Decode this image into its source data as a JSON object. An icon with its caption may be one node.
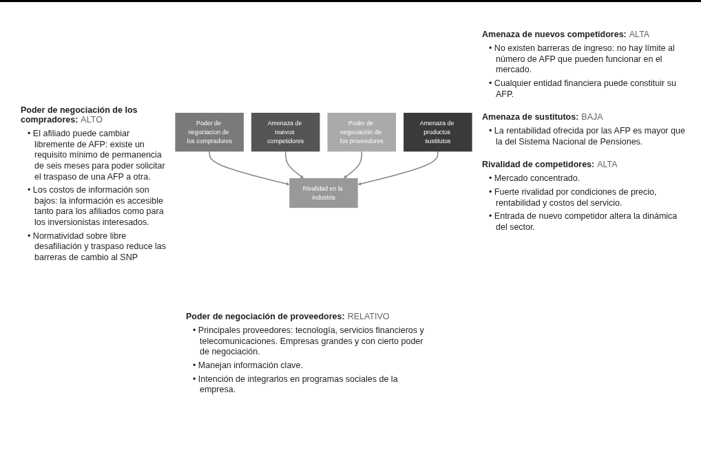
{
  "diagram": {
    "nodes": [
      {
        "text": [
          "Poder de negociacion de los compradores"
        ]
      },
      {
        "text": [
          "Amenaza de nuevos competidores"
        ]
      },
      {
        "text": [
          "Poder de negociación de los proveedores"
        ]
      },
      {
        "text": [
          "Amenaza de productos sustitutos"
        ]
      },
      {
        "text": [
          "Rivalidad en la industria"
        ]
      }
    ],
    "edges": [
      {
        "from": 0,
        "to": 4,
        "arrow": "to"
      },
      {
        "from": 1,
        "to": 4,
        "arrow": "to"
      },
      {
        "from": 2,
        "to": 4,
        "arrow": "to"
      },
      {
        "from": 3,
        "to": 4,
        "arrow": "to"
      }
    ],
    "labels": [
      "Amenaza de nuevos competidores:",
      "ALTA",
      "• No existen barreras de ingreso: no hay límite al número de AFP que pueden funcionar en el mercado.",
      "• Cualquier entidad financiera puede constituir su AFP.",
      "Poder de negociación de los compradores:",
      "ALTO",
      "• El afiliado puede cambiar libremente de AFP: existe un requisito mínimo de permanencia de seis meses para poder solicitar el traspaso de una AFP a otra.",
      "• Los costos de información son bajos: la información es accesible tanto para los afiliados como para los inversionistas interesados.",
      "• Normatividad sobre libre desafiliación y traspaso reduce las barreras de cambio al SNP",
      "Amenaza de sustitutos:",
      "BAJA",
      "• La rentabilidad ofrecida por las AFP es mayor que la del Sistema Nacional de Pensiones.",
      "Rivalidad de competidores:",
      "ALTA",
      "• Mercado concentrado.",
      "• Fuerte rivalidad por condiciones de precio, rentabilidad y costos del servicio.",
      "• Entrada de nuevo competidor altera la dinámica del sector.",
      "Poder de negociación de proveedores:",
      "RELATIVO",
      "• Principales proveedores: tecnología, servicios financieros y telecomunicaciones. Empresas grandes y con cierto poder de negociación.",
      "• Manejan información clave.",
      "• Intención de integrarlos en programas sociales de la empresa."
    ]
  }
}
